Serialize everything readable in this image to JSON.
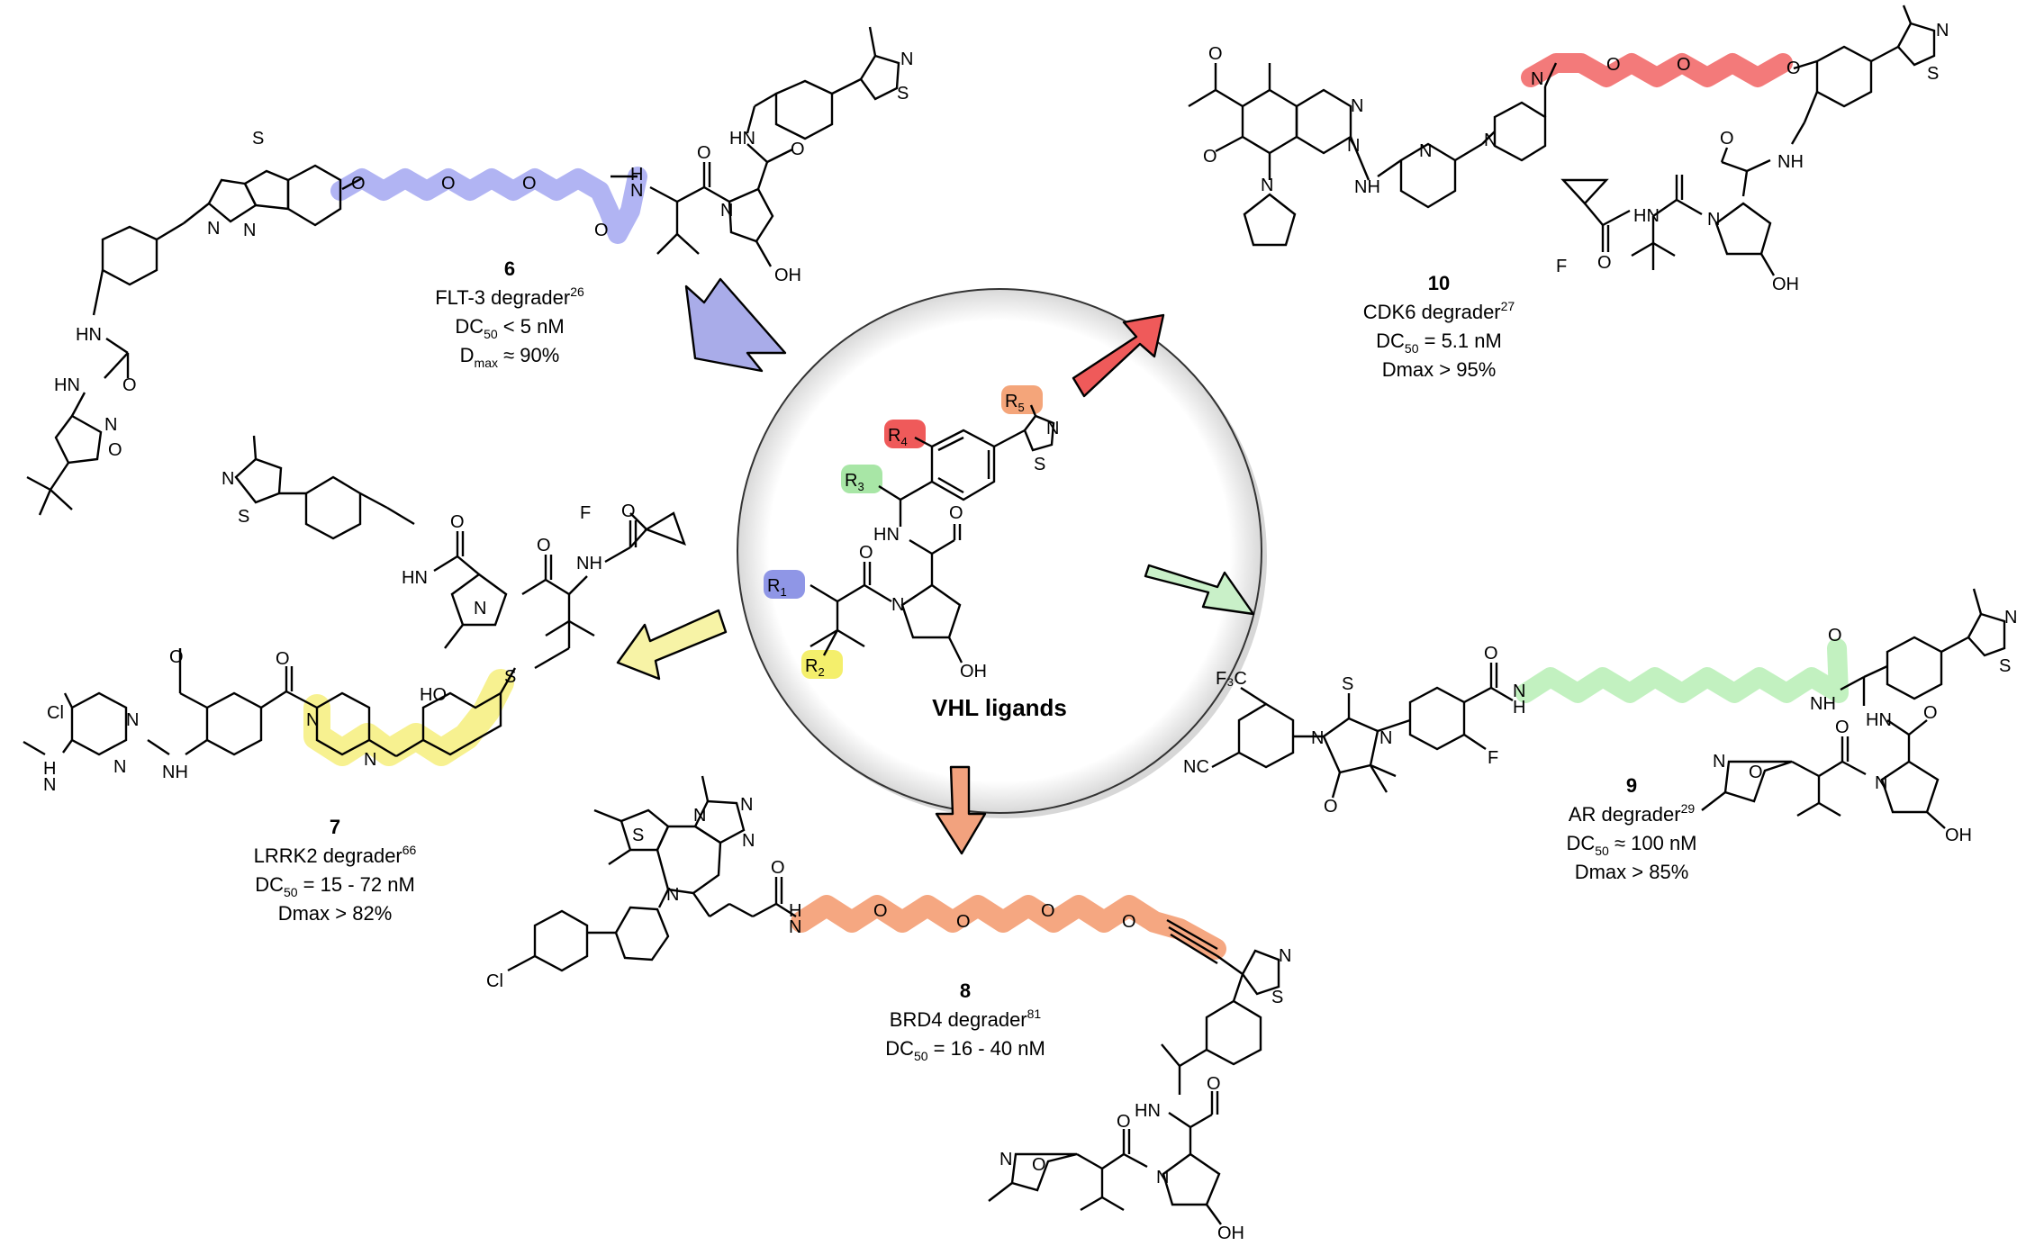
{
  "center": {
    "title": "VHL ligands",
    "groups": [
      {
        "label": "R",
        "sub": "1",
        "color": "#8f96e6"
      },
      {
        "label": "R",
        "sub": "2",
        "color": "#f4ef6c"
      },
      {
        "label": "R",
        "sub": "3",
        "color": "#a8e6a6"
      },
      {
        "label": "R",
        "sub": "4",
        "color": "#ef5a5a"
      },
      {
        "label": "R",
        "sub": "5",
        "color": "#f4a57a"
      }
    ]
  },
  "compounds": [
    {
      "id": "6",
      "name": "FLT-3 degrader",
      "ref": "26",
      "line1_pre": "DC",
      "line1_sub": "50",
      "line1_post": " < 5 nM",
      "line2_pre": "D",
      "line2_sub": "max",
      "line2_post": " ≈ 90%",
      "linker_color": "#a8acf2"
    },
    {
      "id": "10",
      "name": "CDK6 degrader",
      "ref": "27",
      "line1_pre": "DC",
      "line1_sub": "50",
      "line1_post": " = 5.1 nM",
      "line2_pre": "Dmax > 95%",
      "line2_sub": "",
      "line2_post": "",
      "linker_color": "#f26b6b"
    },
    {
      "id": "7",
      "name": "LRRK2 degrader",
      "ref": "66",
      "line1_pre": "DC",
      "line1_sub": "50",
      "line1_post": " = 15 - 72 nM",
      "line2_pre": "Dmax > 82%",
      "line2_sub": "",
      "line2_post": "",
      "linker_color": "#f7f08a"
    },
    {
      "id": "9",
      "name": "AR degrader",
      "ref": "29",
      "line1_pre": "DC",
      "line1_sub": "50",
      "line1_post": " ≈ 100 nM",
      "line2_pre": "Dmax > 85%",
      "line2_sub": "",
      "line2_post": "",
      "linker_color": "#bff0bd"
    },
    {
      "id": "8",
      "name": "BRD4 degrader",
      "ref": "81",
      "line1_pre": "DC",
      "line1_sub": "50",
      "line1_post": " = 16 - 40 nM",
      "line2_pre": "",
      "line2_sub": "",
      "line2_post": "",
      "linker_color": "#f4a27a"
    }
  ],
  "atoms": {
    "N": "N",
    "O": "O",
    "S": "S",
    "HN": "HN",
    "NH": "NH",
    "H": "H",
    "OH": "OH",
    "HO": "HO",
    "F": "F",
    "Cl": "Cl",
    "NC": "NC",
    "CF3": "F₃C"
  },
  "arrows": [
    {
      "name": "arrow-to-6",
      "color": "#a9ace9"
    },
    {
      "name": "arrow-to-10",
      "color": "#ef5a5a"
    },
    {
      "name": "arrow-to-7",
      "color": "#f7f3a6"
    },
    {
      "name": "arrow-to-9",
      "color": "#c9f0c8"
    },
    {
      "name": "arrow-to-8",
      "color": "#f2a27e"
    }
  ]
}
